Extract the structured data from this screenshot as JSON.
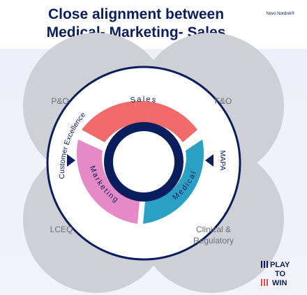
{
  "header": {
    "title_line1": "Close alignment between",
    "title_line2": "Medical- Marketing- Sales",
    "brand": "Novo Nordisk®"
  },
  "diagram": {
    "corners": {
      "top_left": "P&O",
      "top_right": "F&O",
      "bottom_left": "LCEQ",
      "bottom_right_line1": "Clinical &",
      "bottom_right_line2": "Regulatory"
    },
    "side_labels": {
      "left": "Customer Excellence",
      "right": "MAPA"
    },
    "segments": {
      "sales": "Sales",
      "marketing": "Marketing",
      "medical": "Medical"
    }
  },
  "logo": {
    "line1": "PLAY",
    "line2": "TO",
    "line3": "WIN"
  },
  "colors": {
    "navy": "#0a1e5e",
    "sales": "#f26b6b",
    "marketing": "#e58ac7",
    "medical": "#2aa0c4",
    "petal": "#cfd0d6"
  }
}
